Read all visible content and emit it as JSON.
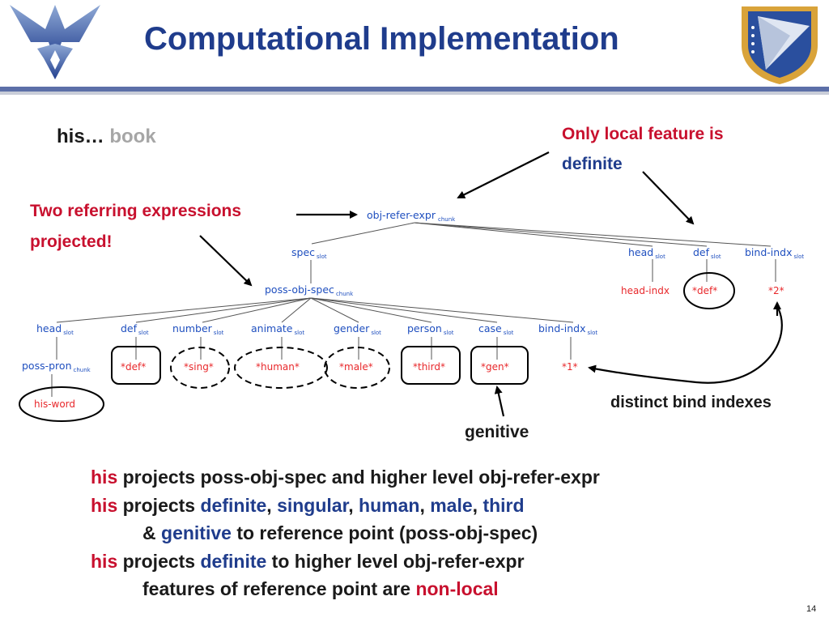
{
  "slide": {
    "title": "Computational Implementation",
    "page_number": "14"
  },
  "phrase": {
    "word1": "his…",
    "word2": "book"
  },
  "annotations": {
    "local_feature_line1": "Only local feature is",
    "local_feature_line2": "definite",
    "two_ref_line1": "Two referring expressions",
    "two_ref_line2": "projected!",
    "bind_indexes": "distinct bind indexes",
    "genitive": "genitive"
  },
  "tree": {
    "root": {
      "label": "obj-refer-expr",
      "sub": "chunk"
    },
    "level1_slots": [
      {
        "label": "spec",
        "sub": "slot"
      },
      {
        "label": "head",
        "sub": "slot"
      },
      {
        "label": "def",
        "sub": "slot"
      },
      {
        "label": "bind-indx",
        "sub": "slot"
      }
    ],
    "level1_values": [
      "head-indx",
      "*def*",
      "*2*"
    ],
    "poss": {
      "label": "poss-obj-spec",
      "sub": "chunk"
    },
    "level2_slots": [
      {
        "label": "head",
        "sub": "slot"
      },
      {
        "label": "def",
        "sub": "slot"
      },
      {
        "label": "number",
        "sub": "slot"
      },
      {
        "label": "animate",
        "sub": "slot"
      },
      {
        "label": "gender",
        "sub": "slot"
      },
      {
        "label": "person",
        "sub": "slot"
      },
      {
        "label": "case",
        "sub": "slot"
      },
      {
        "label": "bind-indx",
        "sub": "slot"
      }
    ],
    "level2_values": [
      "*def*",
      "*sing*",
      "*human*",
      "*male*",
      "*third*",
      "*gen*",
      "*1*"
    ],
    "poss_pron": {
      "label": "poss-pron",
      "sub": "chunk"
    },
    "his_word": "his-word"
  },
  "description": {
    "line1": {
      "his": "his",
      "rest": "projects poss-obj-spec and higher level obj-refer-expr"
    },
    "line2": {
      "his": "his",
      "projects": "projects",
      "definite": "definite",
      "c1": ",",
      "singular": "singular",
      "c2": ",",
      "human": "human",
      "c3": ",",
      "male": "male",
      "c4": ",",
      "third": "third"
    },
    "line3": {
      "amp": "&",
      "genitive": "genitive",
      "rest": "to reference point (poss-obj-spec)"
    },
    "line4": {
      "his": "his",
      "projects": "projects",
      "definite": "definite",
      "rest": "to higher level obj-refer-expr"
    },
    "line5": {
      "text": "features of reference point are",
      "nonlocal": "non-local"
    }
  },
  "colors": {
    "title": "#1f3c8c",
    "accent_red": "#c8102e",
    "tree_label_blue": "#1f4fbf",
    "tree_value_red": "#e8282b"
  }
}
